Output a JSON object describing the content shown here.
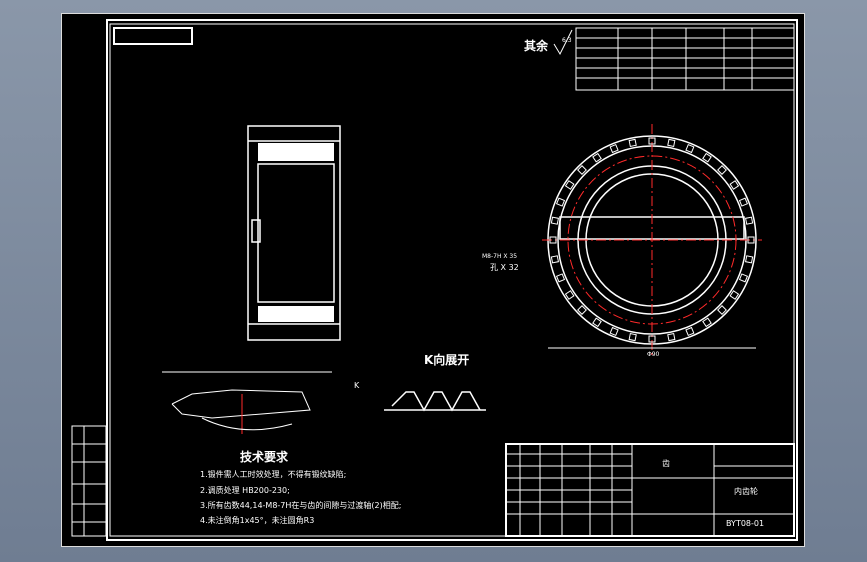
{
  "roughness_note": "其余",
  "roughness_value": "6.3",
  "view_label": "K向展开",
  "section_marker": "K",
  "hole_note_line1": "M8-7H X 35",
  "hole_note_line2": "孔 X 32",
  "diameter_dim": "Φ90",
  "tech_title": "技术要求",
  "tech_requirements": [
    "1.锻件需人工时效处理，不得有锻纹缺陷;",
    "2.调质处理 HB200-230;",
    "3.所有齿数44,14-M8-7H在与齿的间隙与过渡轴(2)相配;",
    "4.未注倒角1x45°，未注圆角R3"
  ],
  "title_block": {
    "part_name": "齿",
    "drawing_name": "内齿轮",
    "drawing_no": "BYT08-01"
  },
  "colors": {
    "background": "#000000",
    "line": "#ffffff",
    "center": "#ff2a2a"
  }
}
